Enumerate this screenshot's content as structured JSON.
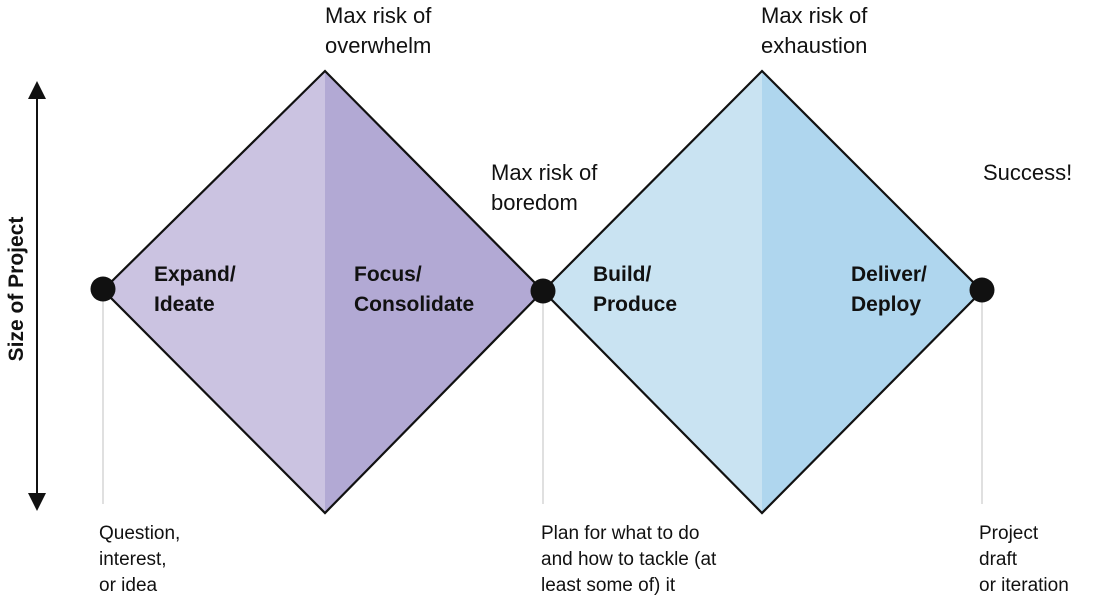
{
  "axis": {
    "label": "Size of Project"
  },
  "risks": {
    "overwhelm": {
      "line1": "Max risk of",
      "line2": "overwhelm"
    },
    "exhaustion": {
      "line1": "Max risk of",
      "line2": "exhaustion"
    },
    "boredom": {
      "line1": "Max risk of",
      "line2": "boredom"
    },
    "success": {
      "line1": "Success!"
    }
  },
  "phases": {
    "expand": {
      "line1": "Expand/",
      "line2": "Ideate"
    },
    "focus": {
      "line1": "Focus/",
      "line2": "Consolidate"
    },
    "build": {
      "line1": "Build/",
      "line2": "Produce"
    },
    "deliver": {
      "line1": "Deliver/",
      "line2": "Deploy"
    }
  },
  "milestones": {
    "start": {
      "line1": "Question,",
      "line2": "interest,",
      "line3": "or idea"
    },
    "middle": {
      "line1": "Plan for what to do",
      "line2": "and how to tackle (at",
      "line3": "least some of) it"
    },
    "end": {
      "line1": "Project",
      "line2": "draft",
      "line3": "or iteration"
    }
  },
  "colors": {
    "expand_fill": "#cbc3e1",
    "focus_fill": "#b2a9d4",
    "build_fill": "#c9e3f2",
    "deliver_fill": "#afd6ee",
    "outline": "#111111",
    "guide_line": "#cccccc"
  }
}
